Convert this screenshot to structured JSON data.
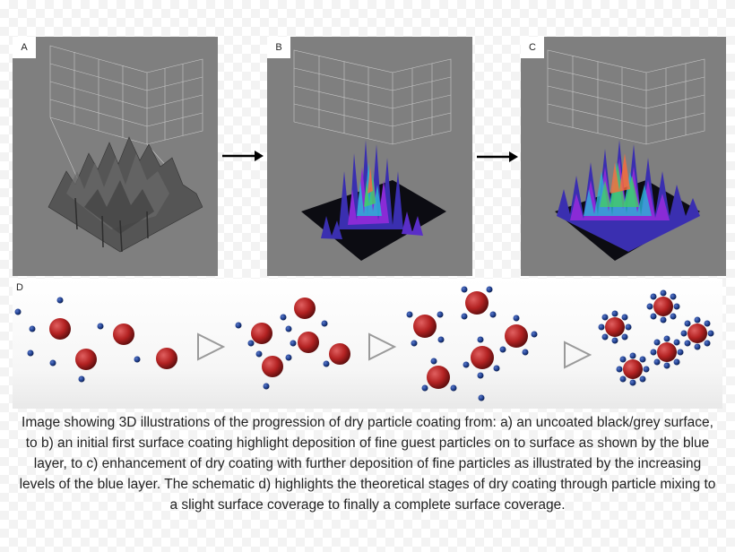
{
  "panels": [
    {
      "label": "A"
    },
    {
      "label": "B"
    },
    {
      "label": "C"
    }
  ],
  "schematic": {
    "label": "D"
  },
  "caption": "Image showing 3D illustrations of the progression of dry particle coating from: a) an uncoated black/grey surface, to b) an initial first surface coating highlight deposition of fine guest particles on to surface as shown by the blue layer, to c) enhancement of dry coating with further deposition of fine particles as illustrated by the increasing levels of the blue layer. The schematic d) highlights the theoretical stages of dry coating through particle mixing to a slight surface coverage to finally a complete surface coverage.",
  "colors": {
    "host_particle": "#b32222",
    "guest_particle": "#1f3f8f",
    "panel_background": "#7f7f7f",
    "grey_surface": "#555555",
    "arrow": "#000000",
    "triangle": "#9a9a9a"
  }
}
